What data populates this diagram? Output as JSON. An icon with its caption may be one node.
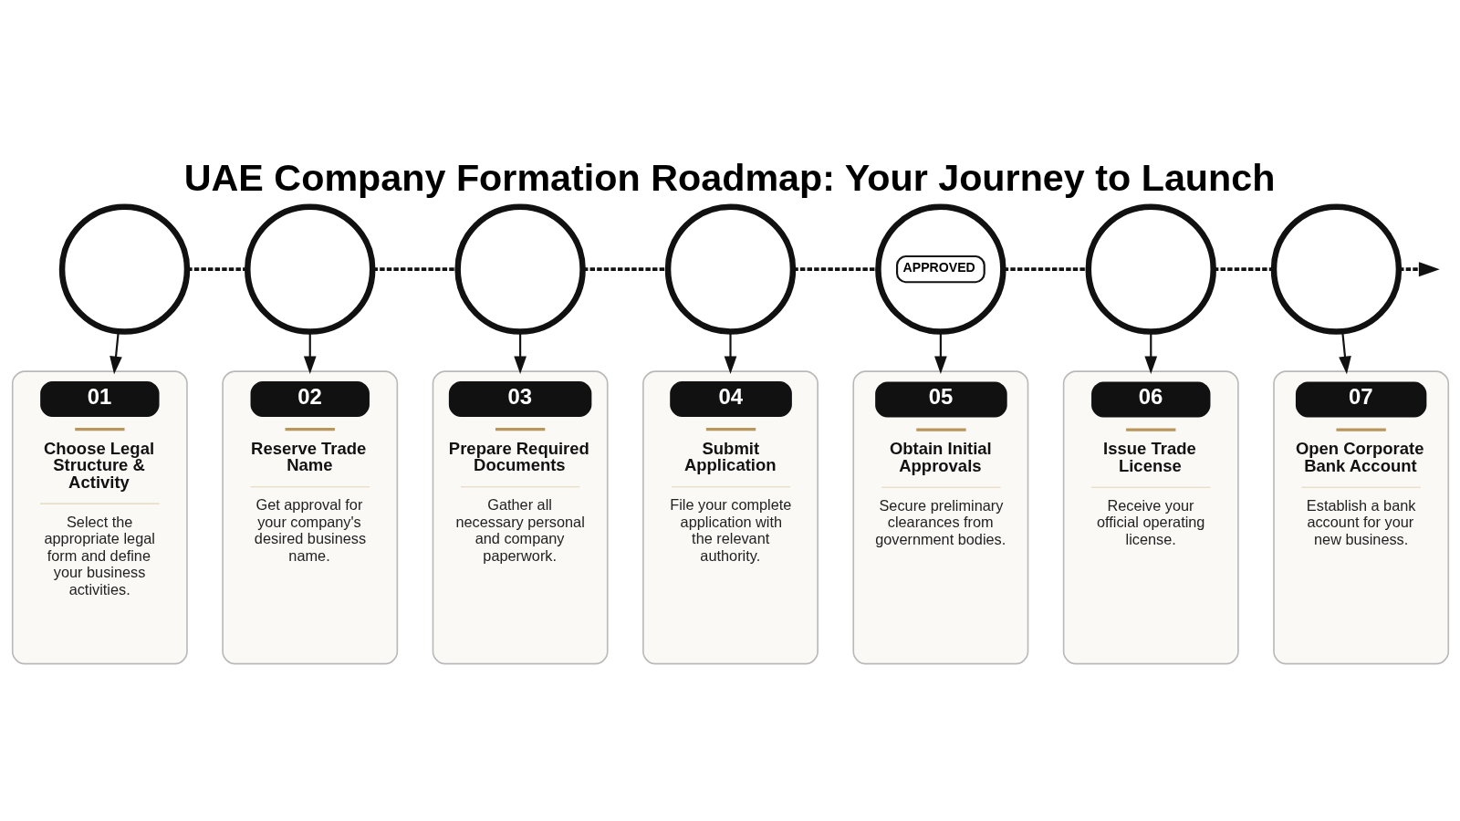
{
  "diagram": {
    "title": "UAE Company Formation Roadmap: Your Journey to Launch",
    "nodes": [
      {
        "text": [],
        "shape": "circle"
      },
      {
        "text": [],
        "shape": "circle"
      },
      {
        "text": [],
        "shape": "circle"
      },
      {
        "text": [],
        "shape": "circle"
      },
      {
        "text": [
          "APPROVED"
        ]
      },
      {
        "text": [],
        "shape": "circle"
      },
      {
        "text": [],
        "shape": "circle"
      },
      {
        "text": [
          "01",
          "Choose Legal Structure & Activity",
          "Select the appropriate legal form and define your business activities."
        ]
      },
      {
        "text": [
          "02",
          "Reserve Trade Name",
          "Get approval for your company's desired business name."
        ]
      },
      {
        "text": [
          "03",
          "Prepare Required Documents",
          "Gather all necessary personal and company paperwork."
        ]
      },
      {
        "text": [
          "04",
          "Submit Application",
          "File your complete application with the relevant authority."
        ]
      },
      {
        "text": [
          "05",
          "Obtain Initial Approvals",
          "Secure preliminary clearances from government bodies."
        ]
      },
      {
        "text": [
          "06",
          "Issue Trade License",
          "Receive your official operating license."
        ]
      },
      {
        "text": [
          "07",
          "Open Corporate Bank Account",
          "Establish a bank account for your new business."
        ]
      }
    ],
    "edges": [
      {
        "from": 0,
        "to": 1,
        "arrow": "none",
        "style": "dashed"
      },
      {
        "from": 1,
        "to": 2,
        "arrow": "none",
        "style": "dashed"
      },
      {
        "from": 2,
        "to": 3,
        "arrow": "none",
        "style": "dashed"
      },
      {
        "from": 3,
        "to": 4,
        "arrow": "none",
        "style": "dashed"
      },
      {
        "from": 4,
        "to": 5,
        "arrow": "none",
        "style": "dashed"
      },
      {
        "from": 5,
        "to": 6,
        "arrow": "none",
        "style": "dashed"
      },
      {
        "from": 6,
        "to": null,
        "arrow": "to",
        "style": "dashed"
      },
      {
        "from": 0,
        "to": 7,
        "arrow": "to"
      },
      {
        "from": 1,
        "to": 8,
        "arrow": "to"
      },
      {
        "from": 2,
        "to": 9,
        "arrow": "to"
      },
      {
        "from": 3,
        "to": 10,
        "arrow": "to"
      },
      {
        "from": 4,
        "to": 11,
        "arrow": "to"
      },
      {
        "from": 5,
        "to": 12,
        "arrow": "to"
      },
      {
        "from": 6,
        "to": 13,
        "arrow": "to"
      }
    ]
  }
}
